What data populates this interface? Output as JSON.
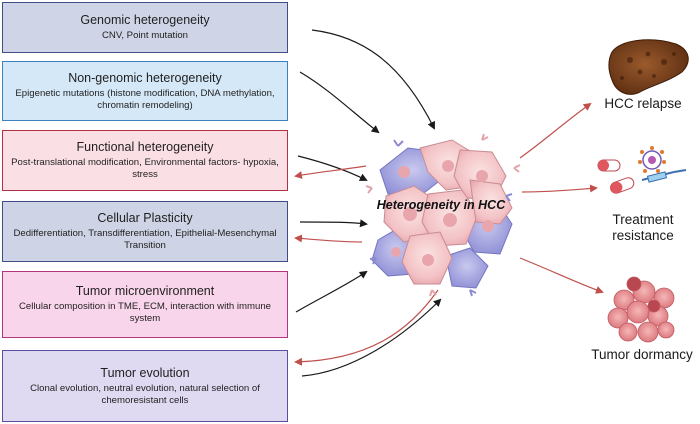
{
  "boxes": [
    {
      "title": "Genomic heterogeneity",
      "subtitle": "CNV, Point mutation"
    },
    {
      "title": "Non-genomic heterogeneity",
      "subtitle": "Epigenetic mutations (histone modification, DNA methylation, chromatin remodeling)"
    },
    {
      "title": "Functional heterogeneity",
      "subtitle": "Post-translational modification, Environmental factors- hypoxia, stress"
    },
    {
      "title": "Cellular Plasticity",
      "subtitle": "Dedifferentiation, Transdifferentiation, Epithelial-Mesenchymal Transition"
    },
    {
      "title": "Tumor microenvironment",
      "subtitle": "Cellular composition in TME, ECM, interaction with immune system"
    },
    {
      "title": "Tumor evolution",
      "subtitle": "Clonal evolution, neutral evolution, natural selection of chemoresistant cells"
    }
  ],
  "center": {
    "title": "Heterogeneity in HCC"
  },
  "outcomes": {
    "relapse": "HCC relapse",
    "resistance_line1": "Treatment",
    "resistance_line2": "resistance",
    "dormancy": "Tumor dormancy"
  },
  "colors": {
    "black_arrow": "#1a1a1a",
    "red_arrow": "#c0504d"
  }
}
